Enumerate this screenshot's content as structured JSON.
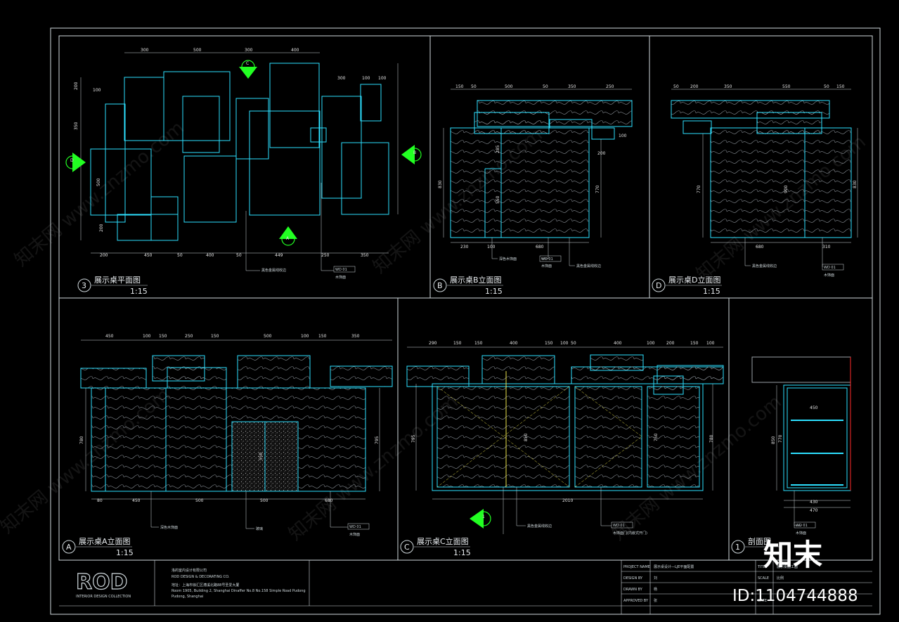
{
  "views": {
    "plan": {
      "num": "3",
      "title": "展示桌平面图",
      "scale": "1:15"
    },
    "elevB": {
      "num": "B",
      "title": "展示桌B立面图",
      "scale": "1:15"
    },
    "elevD": {
      "num": "D",
      "title": "展示桌D立面图",
      "scale": "1:15"
    },
    "elevA": {
      "num": "A",
      "title": "展示桌A立面图",
      "scale": "1:15"
    },
    "elevC": {
      "num": "C",
      "title": "展示桌C立面图",
      "scale": "1:15"
    },
    "section": {
      "num": "1",
      "title": "剖面图"
    }
  },
  "markers": {
    "A": "A",
    "B": "B",
    "C": "C",
    "D": "D",
    "one": "1"
  },
  "dims": {
    "plan_top": [
      "300",
      "500",
      "300",
      "400"
    ],
    "plan_bottom": [
      "200",
      "450",
      "50",
      "400",
      "50",
      "449",
      "250",
      "350"
    ],
    "plan_right": [
      "300",
      "100",
      "100"
    ],
    "plan_left": [
      "200",
      "100",
      "350",
      "500",
      "200"
    ],
    "b_top": [
      "150",
      "50",
      "500",
      "50",
      "350",
      "250"
    ],
    "b_bottom": [
      "230",
      "100",
      "680"
    ],
    "b_side": [
      "830",
      "770",
      "550",
      "285",
      "200",
      "100"
    ],
    "d_top": [
      "50",
      "200",
      "350",
      "550",
      "50",
      "150"
    ],
    "d_bottom": [
      "680",
      "310"
    ],
    "d_side": [
      "770",
      "900",
      "830"
    ],
    "a_top": [
      "450",
      "100",
      "150",
      "250",
      "150",
      "500",
      "100",
      "150",
      "350"
    ],
    "a_bottom": [
      "80",
      "450",
      "500",
      "500",
      "680"
    ],
    "a_side": [
      "780",
      "795",
      "550"
    ],
    "c_top": [
      "290",
      "150",
      "150",
      "400",
      "150",
      "100",
      "50",
      "400",
      "100",
      "200",
      "150",
      "100"
    ],
    "c_bottom": [
      "2010"
    ],
    "c_side": [
      "795",
      "780",
      "850",
      "750"
    ],
    "s_dims": [
      "450",
      "430",
      "470",
      "850",
      "770"
    ]
  },
  "labels": {
    "material_tag": "WD 01",
    "wood": "木饰面",
    "note1": "黑色金属线收边",
    "note2": "深色木饰面",
    "note3": "玻璃",
    "note_c": "木饰面门(内嵌式开门)"
  },
  "titleblock": {
    "logo": "ROD",
    "logo_sub": "INTERIOR DESIGN COLLECTION",
    "company_cn": "洛的室内设计有限公司",
    "company_en": "ROD DESIGN & DECORATING CO.",
    "address_cn": "地址：上海市徐汇区漕溪北路88号圣爱大厦",
    "address_en1": "Room 1905, Building 2, Shanghai Dinaffer No.8 No.158 Simple Road Pudong",
    "address_en2": "Pudong, Shanghai",
    "rows": [
      {
        "k": "PROJECT NAME",
        "v": "展示桌设计—LJE平面配置"
      },
      {
        "k": "DESIGN BY",
        "v": "刘"
      },
      {
        "k": "DRAWN BY",
        "v": "杨"
      },
      {
        "k": "APPROVED BY",
        "v": "张"
      }
    ],
    "side_rows": [
      {
        "k": "TITLE",
        "v": "展示桌施工图"
      },
      {
        "k": "SCALE",
        "v": "比例"
      },
      {
        "k": "DATE",
        "v": ""
      }
    ]
  },
  "watermark": {
    "text": "知末网 www.znzmo.com",
    "brand": "知末",
    "id": "ID:1104744888"
  },
  "colors": {
    "bg": "#000000",
    "line": "#2de0ff",
    "frame": "#cfd8dc",
    "marker": "#22ff22",
    "hatch": "#9aa0a6",
    "red": "#ff2a2a"
  }
}
